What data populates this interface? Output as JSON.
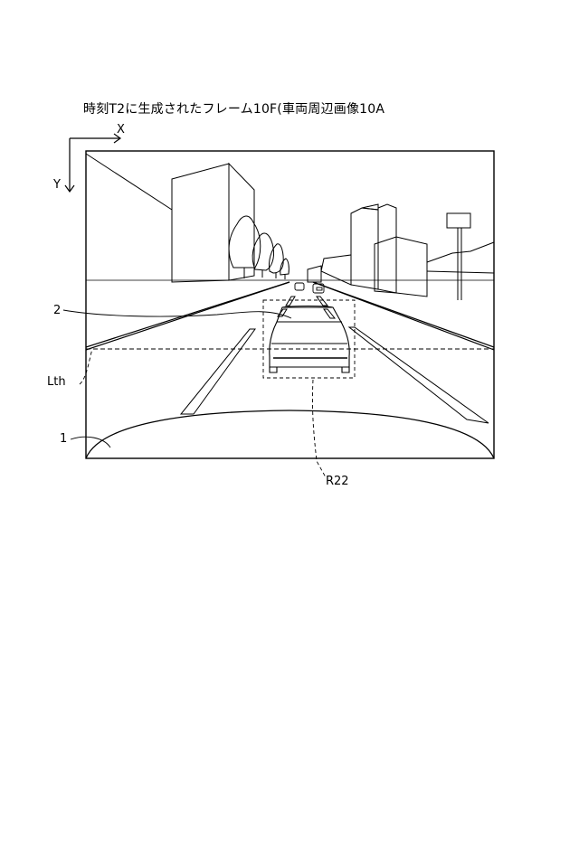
{
  "caption": "時刻T2に生成されたフレーム10F(車両周辺画像10A",
  "axes": {
    "x_label": "X",
    "y_label": "Y"
  },
  "labels": {
    "vehicle_front": "2",
    "own_hood": "1",
    "threshold_line": "Lth",
    "region": "R22"
  }
}
